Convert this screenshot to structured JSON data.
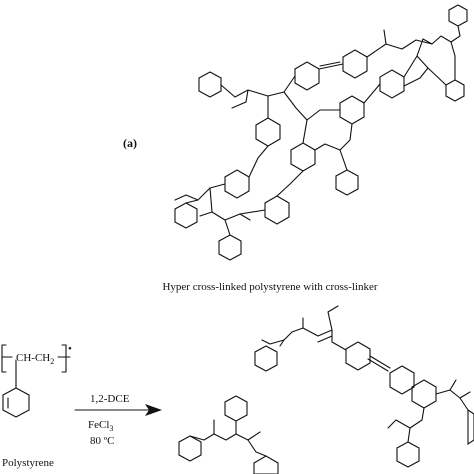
{
  "panel_label": "(a)",
  "caption": "Hyper cross-linked polystyrene with cross-linker",
  "reaction": {
    "monomer_backbone": "CH-CH",
    "monomer_subscript": "2",
    "monomer_end_dot": "•",
    "reactant_name": "Polystyrene",
    "conditions": {
      "solvent": "1,2-DCE",
      "catalyst_main": "FeCl",
      "catalyst_sub": "3",
      "temperature": "80 ºC"
    }
  }
}
